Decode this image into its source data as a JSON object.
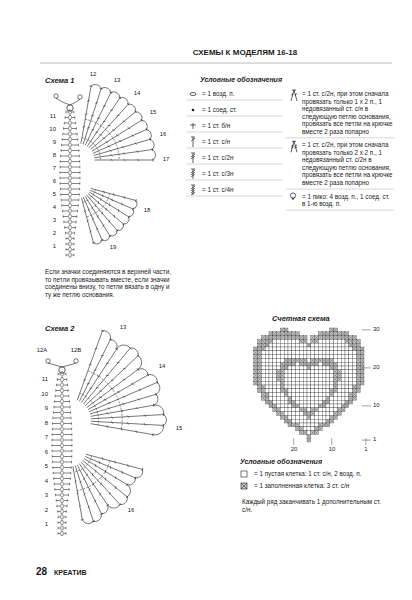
{
  "diagram": {
    "title": "СХЕМЫ К МОДЕЛЯМ 16-18",
    "labels": [
      "Схема 1",
      "11",
      "10",
      "9",
      "8",
      "7",
      "6",
      "5",
      "4",
      "3",
      "2",
      "1",
      "12",
      "13",
      "14",
      "15",
      "16",
      "17",
      "18",
      "19",
      "Условные обозначения",
      "Если значки соединяются в верхней части, то петли провязывать вместе, если значки соединены внизу, то петли вязать в одну и ту же петлю основания.",
      "Схема 2",
      "12А",
      "12В",
      "11",
      "10",
      "9",
      "8",
      "7",
      "6",
      "5",
      "4",
      "3",
      "2",
      "1",
      "13",
      "14",
      "15",
      "16",
      "Счетная схема",
      "30",
      "20",
      "10",
      "1",
      "20",
      "10",
      "1",
      "Условные обозначения",
      "Каждый ряд заканчивать 1 дополнительным ст. с/н.",
      "28",
      "КРЕАТИВ"
    ],
    "legend": [
      {
        "text": "= 1 возд. п."
      },
      {
        "text": "= 1 соед. ст."
      },
      {
        "text": "= 1 ст. б/н"
      },
      {
        "text": "= 1 ст. с/н"
      },
      {
        "text": "= 1 ст. с/2н"
      },
      {
        "text": "= 1 ст. с/3н"
      },
      {
        "text": "= 1 ст. с/4н"
      },
      {
        "text": "= 1 ст. с/2н, при этом сначала провязать только 1 х 2 п., 1 недовязанный ст. с/н в следующую петлю основания, провязать все петли на крючке вместе 2 раза попарно"
      },
      {
        "text": "= 1 ст. с/2н, при этом сначала провязать только 2 х 2 п., 1 недовязанный ст. с/2н в следующую петлю основания, провязать все петли на крючке вместе 2 раза попарно"
      },
      {
        "text": "= 1 пико: 4 возд. п., 1 соед. ст. в 1-ю возд. п."
      },
      {
        "text": "= 1 пустая клетка: 1 ст. с/н, 2 возд. п."
      },
      {
        "text": "= 1 заполненная клетка: 3 ст. с/н"
      }
    ]
  }
}
